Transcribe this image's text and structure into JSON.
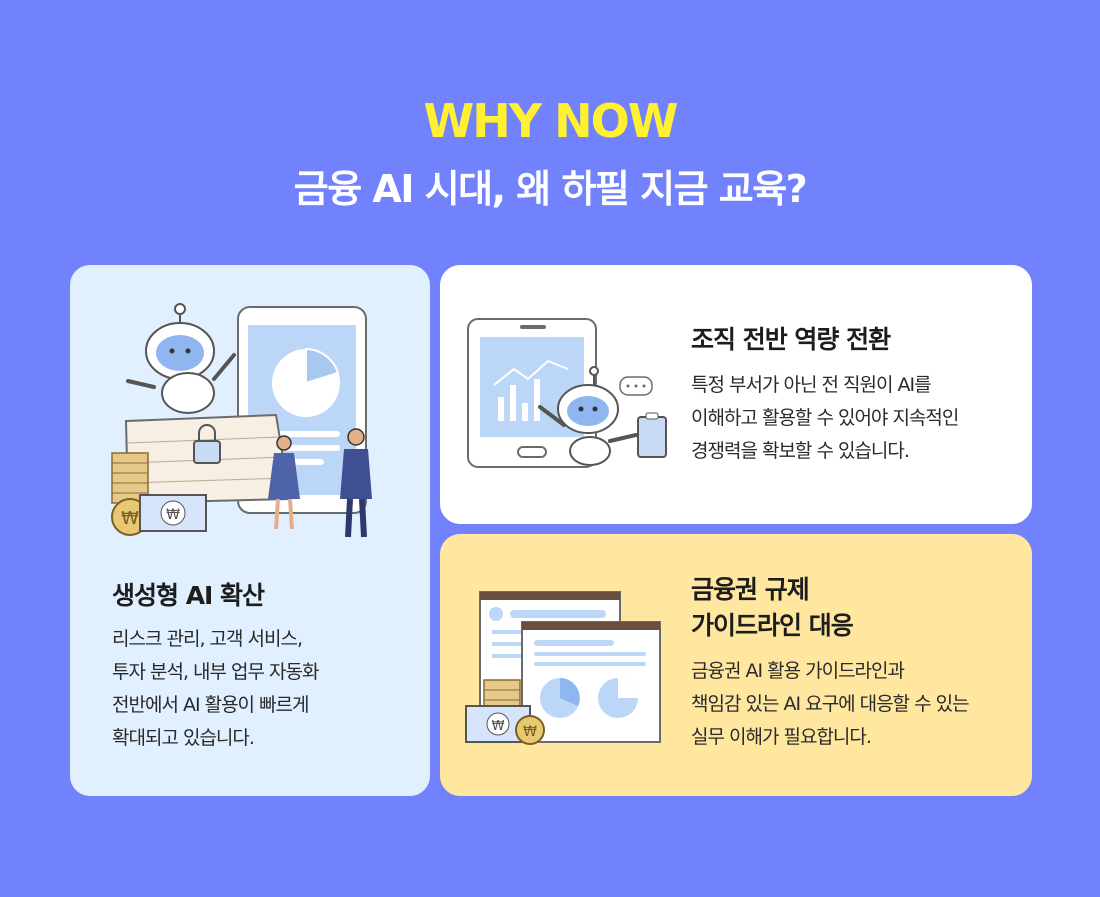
{
  "header": {
    "eyebrow": "WHY NOW",
    "title": "금융 AI 시대, 왜 하필 지금 교육?"
  },
  "cards": [
    {
      "title": "생성형 AI 확산",
      "body": "리스크 관리, 고객 서비스,\n투자 분석, 내부 업무 자동화\n전반에서 AI 활용이 빠르게\n확대되고 있습니다."
    },
    {
      "title": "조직 전반 역량 전환",
      "body": "특정 부서가 아닌 전 직원이 AI를\n이해하고 활용할 수 있어야 지속적인\n경쟁력을 확보할 수 있습니다."
    },
    {
      "title": "금융권 규제\n가이드라인 대응",
      "body": "금융권 AI 활용 가이드라인과\n책임감 있는 AI 요구에 대응할 수 있는\n실무 이해가 필요합니다."
    }
  ],
  "colors": {
    "background": "#7282fd",
    "eyebrow": "#fff030",
    "card_blue": "#e0f0ff",
    "card_white": "#ffffff",
    "card_yellow": "#ffe7a0"
  },
  "icons": {
    "card1": "robot-tablet-chart-lock-coins-illustration",
    "card2": "tablet-robot-chart-clipboard-illustration",
    "card3": "browser-windows-pie-charts-coins-illustration"
  }
}
